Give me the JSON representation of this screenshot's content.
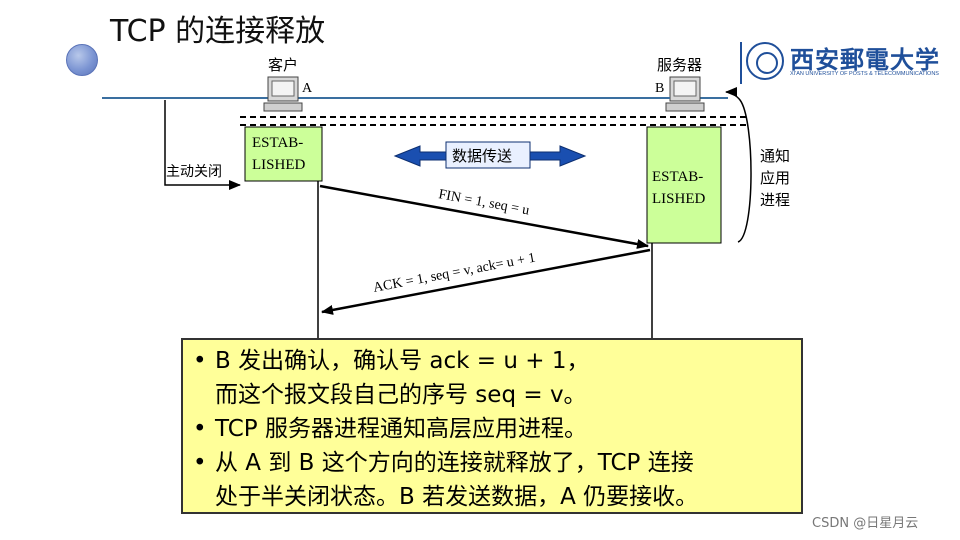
{
  "title": "TCP 的连接释放",
  "logo": {
    "cn": "西安郵電大学",
    "en": "XI'AN UNIVERSITY OF POSTS & TELECOMMUNICATIONS"
  },
  "client": {
    "label": "客户",
    "id": "A"
  },
  "server": {
    "label": "服务器",
    "id": "B"
  },
  "state_client": {
    "line1": "ESTAB-",
    "line2": "LISHED"
  },
  "state_server": {
    "line1": "ESTAB-",
    "line2": "LISHED"
  },
  "active_close": "主动关闭",
  "data_transfer": "数据传送",
  "notify_app": [
    "通知",
    "应用",
    "进程"
  ],
  "msg_fin": "FIN = 1, seq = u",
  "msg_ack": "ACK = 1, seq = v, ack= u + 1",
  "notes": [
    {
      "lines": [
        "B 发出确认，确认号 ack = u + 1，",
        "而这个报文段自己的序号 seq = v。"
      ]
    },
    {
      "lines": [
        "TCP 服务器进程通知高层应用进程。"
      ]
    },
    {
      "lines": [
        "从 A 到 B 这个方向的连接就释放了，TCP 连接",
        "处于半关闭状态。B 若发送数据，A 仍要接收。"
      ]
    }
  ],
  "watermark": "CSDN @日星月云"
}
